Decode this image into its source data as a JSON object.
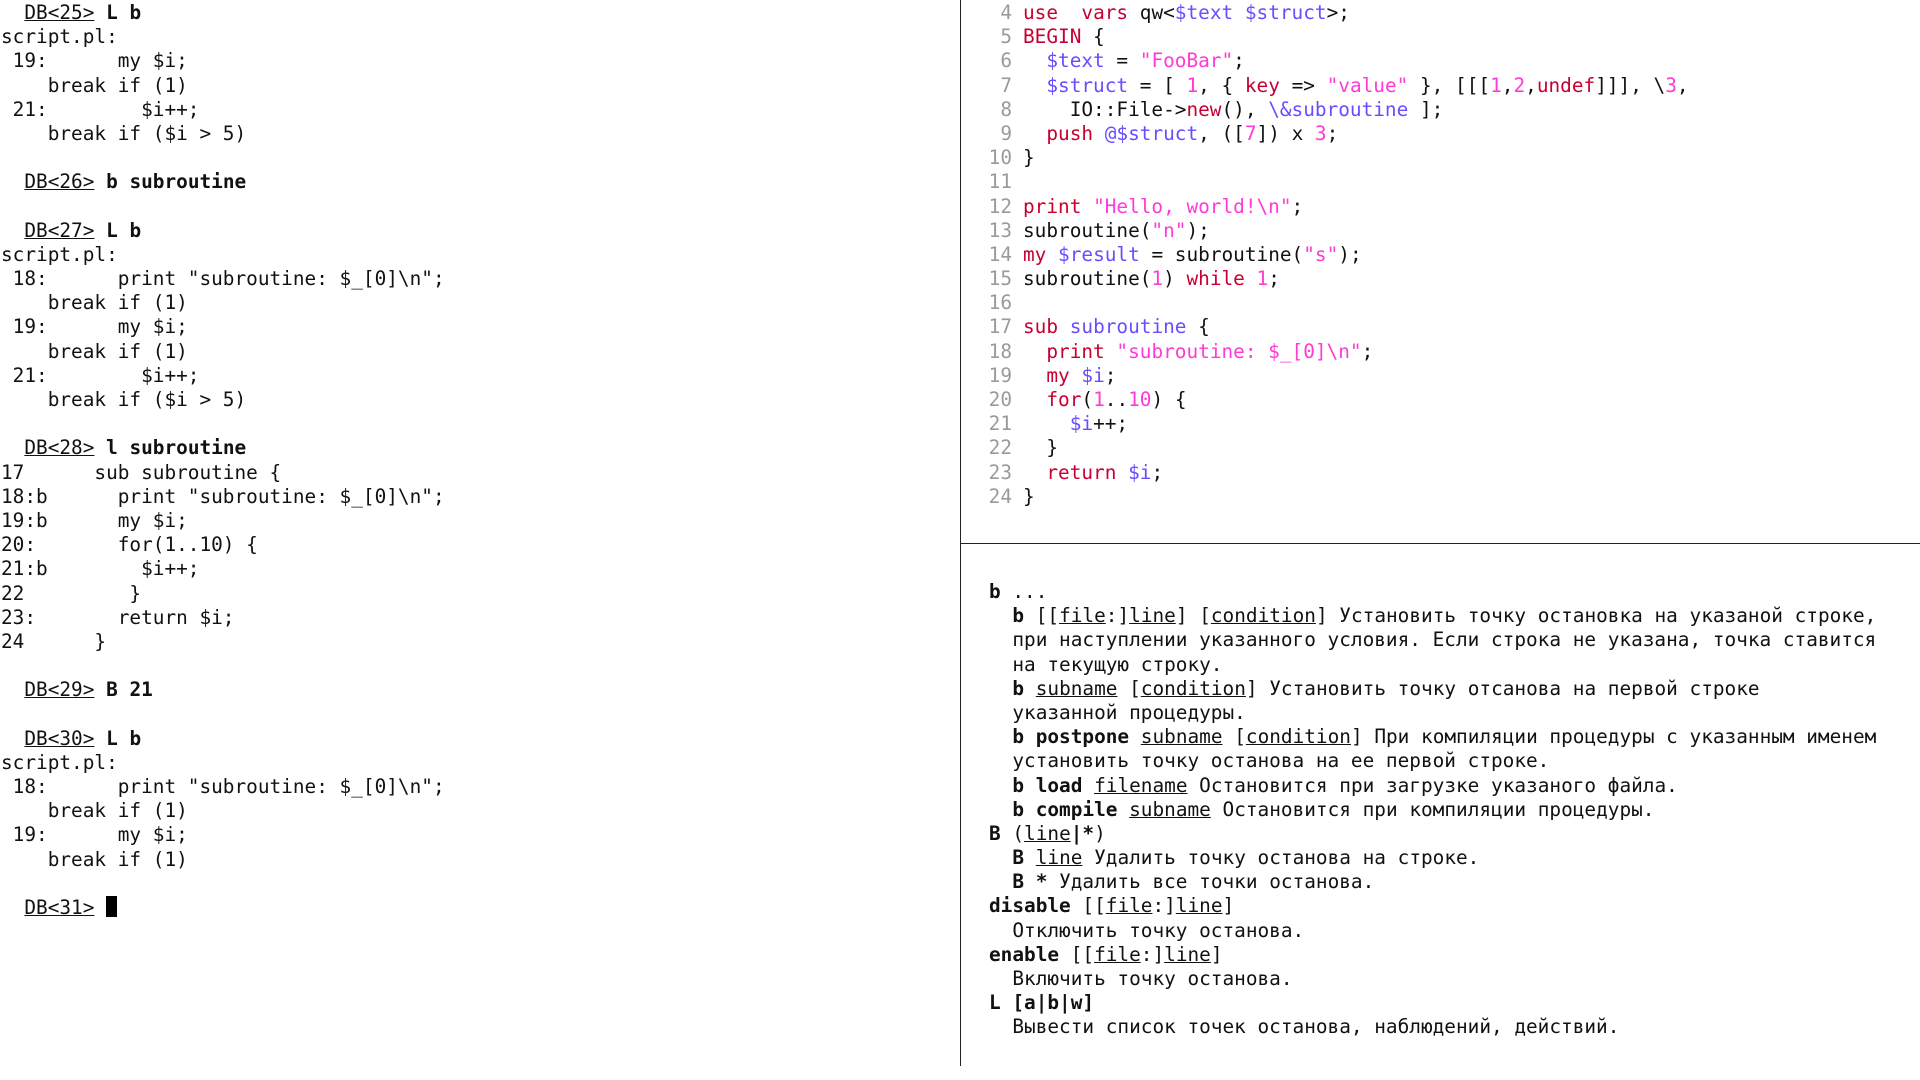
{
  "debugger": {
    "lines": [
      {
        "kind": "prompt",
        "prompt": "DB<25>",
        "cmd": "L b"
      },
      {
        "kind": "text",
        "text": "script.pl:"
      },
      {
        "kind": "text",
        "text": " 19:      my $i;"
      },
      {
        "kind": "text",
        "text": "    break if (1)"
      },
      {
        "kind": "text",
        "text": " 21:        $i++;"
      },
      {
        "kind": "text",
        "text": "    break if ($i > 5)"
      },
      {
        "kind": "blank"
      },
      {
        "kind": "prompt",
        "prompt": "DB<26>",
        "cmd": "b subroutine"
      },
      {
        "kind": "blank"
      },
      {
        "kind": "prompt",
        "prompt": "DB<27>",
        "cmd": "L b"
      },
      {
        "kind": "text",
        "text": "script.pl:"
      },
      {
        "kind": "text",
        "text": " 18:      print \"subroutine: $_[0]\\n\";"
      },
      {
        "kind": "text",
        "text": "    break if (1)"
      },
      {
        "kind": "text",
        "text": " 19:      my $i;"
      },
      {
        "kind": "text",
        "text": "    break if (1)"
      },
      {
        "kind": "text",
        "text": " 21:        $i++;"
      },
      {
        "kind": "text",
        "text": "    break if ($i > 5)"
      },
      {
        "kind": "blank"
      },
      {
        "kind": "prompt",
        "prompt": "DB<28>",
        "cmd": "l subroutine"
      },
      {
        "kind": "text",
        "text": "17      sub subroutine {"
      },
      {
        "kind": "text",
        "text": "18:b      print \"subroutine: $_[0]\\n\";"
      },
      {
        "kind": "text",
        "text": "19:b      my $i;"
      },
      {
        "kind": "text",
        "text": "20:       for(1..10) {"
      },
      {
        "kind": "text",
        "text": "21:b        $i++;"
      },
      {
        "kind": "text",
        "text": "22         }"
      },
      {
        "kind": "text",
        "text": "23:       return $i;"
      },
      {
        "kind": "text",
        "text": "24      }"
      },
      {
        "kind": "blank"
      },
      {
        "kind": "prompt",
        "prompt": "DB<29>",
        "cmd": "B 21"
      },
      {
        "kind": "blank"
      },
      {
        "kind": "prompt",
        "prompt": "DB<30>",
        "cmd": "L b"
      },
      {
        "kind": "text",
        "text": "script.pl:"
      },
      {
        "kind": "text",
        "text": " 18:      print \"subroutine: $_[0]\\n\";"
      },
      {
        "kind": "text",
        "text": "    break if (1)"
      },
      {
        "kind": "text",
        "text": " 19:      my $i;"
      },
      {
        "kind": "text",
        "text": "    break if (1)"
      },
      {
        "kind": "blank"
      },
      {
        "kind": "prompt",
        "prompt": "DB<31>",
        "cmd": "",
        "cursor": true
      }
    ]
  },
  "source": {
    "lines": [
      {
        "n": "4",
        "parts": [
          [
            "kw",
            "use"
          ],
          [
            "",
            "  "
          ],
          [
            "kw",
            "vars"
          ],
          [
            "",
            " qw<"
          ],
          [
            "var",
            "$text"
          ],
          [
            "",
            " "
          ],
          [
            "var",
            "$struct"
          ],
          [
            "",
            ">;"
          ]
        ]
      },
      {
        "n": "5",
        "parts": [
          [
            "kw",
            "BEGIN"
          ],
          [
            "",
            " {"
          ]
        ]
      },
      {
        "n": "6",
        "parts": [
          [
            "",
            "  "
          ],
          [
            "var",
            "$text"
          ],
          [
            "",
            " = "
          ],
          [
            "str",
            "\"FooBar\""
          ],
          [
            "",
            ";"
          ]
        ]
      },
      {
        "n": "7",
        "parts": [
          [
            "",
            "  "
          ],
          [
            "var",
            "$struct"
          ],
          [
            "",
            " = [ "
          ],
          [
            "num",
            "1"
          ],
          [
            "",
            ", { "
          ],
          [
            "kw",
            "key"
          ],
          [
            "",
            " => "
          ],
          [
            "str",
            "\"value\""
          ],
          [
            "",
            " }, [[["
          ],
          [
            "num",
            "1"
          ],
          [
            "",
            ","
          ],
          [
            "num",
            "2"
          ],
          [
            "",
            ","
          ],
          [
            "kw",
            "undef"
          ],
          [
            "",
            "]]], \\"
          ],
          [
            "num",
            "3"
          ],
          [
            "",
            ","
          ]
        ]
      },
      {
        "n": "8",
        "parts": [
          [
            "",
            "    IO::File->"
          ],
          [
            "kw",
            "new"
          ],
          [
            "",
            "(), "
          ],
          [
            "sub",
            "\\&subroutine"
          ],
          [
            "",
            " ];"
          ]
        ]
      },
      {
        "n": "9",
        "parts": [
          [
            "",
            "  "
          ],
          [
            "kw",
            "push"
          ],
          [
            "",
            " "
          ],
          [
            "var",
            "@$struct"
          ],
          [
            "",
            ", (["
          ],
          [
            "num",
            "7"
          ],
          [
            "",
            "]) x "
          ],
          [
            "num",
            "3"
          ],
          [
            "",
            ";"
          ]
        ]
      },
      {
        "n": "10",
        "parts": [
          [
            "",
            "}"
          ]
        ]
      },
      {
        "n": "11",
        "parts": []
      },
      {
        "n": "12",
        "parts": [
          [
            "kw",
            "print"
          ],
          [
            "",
            " "
          ],
          [
            "str",
            "\"Hello, world!\\n\""
          ],
          [
            "",
            ";"
          ]
        ]
      },
      {
        "n": "13",
        "parts": [
          [
            "",
            "subroutine("
          ],
          [
            "str",
            "\"n\""
          ],
          [
            "",
            ");"
          ]
        ]
      },
      {
        "n": "14",
        "parts": [
          [
            "kw",
            "my"
          ],
          [
            "",
            " "
          ],
          [
            "var",
            "$result"
          ],
          [
            "",
            " = subroutine("
          ],
          [
            "str",
            "\"s\""
          ],
          [
            "",
            ");"
          ]
        ]
      },
      {
        "n": "15",
        "parts": [
          [
            "",
            "subroutine("
          ],
          [
            "num",
            "1"
          ],
          [
            "",
            ") "
          ],
          [
            "kw",
            "while"
          ],
          [
            "",
            " "
          ],
          [
            "num",
            "1"
          ],
          [
            "",
            ";"
          ]
        ]
      },
      {
        "n": "16",
        "parts": []
      },
      {
        "n": "17",
        "parts": [
          [
            "kw",
            "sub"
          ],
          [
            "",
            " "
          ],
          [
            "sub",
            "subroutine"
          ],
          [
            "",
            " {"
          ]
        ]
      },
      {
        "n": "18",
        "parts": [
          [
            "",
            "  "
          ],
          [
            "kw",
            "print"
          ],
          [
            "",
            " "
          ],
          [
            "str",
            "\"subroutine: $_[0]\\n\""
          ],
          [
            "",
            ";"
          ]
        ]
      },
      {
        "n": "19",
        "parts": [
          [
            "",
            "  "
          ],
          [
            "kw",
            "my"
          ],
          [
            "",
            " "
          ],
          [
            "var",
            "$i"
          ],
          [
            "",
            ";"
          ]
        ]
      },
      {
        "n": "20",
        "parts": [
          [
            "",
            "  "
          ],
          [
            "kw",
            "for"
          ],
          [
            "",
            "("
          ],
          [
            "num",
            "1"
          ],
          [
            "",
            ".."
          ],
          [
            "num",
            "10"
          ],
          [
            "",
            ") {"
          ]
        ]
      },
      {
        "n": "21",
        "parts": [
          [
            "",
            "    "
          ],
          [
            "var",
            "$i"
          ],
          [
            "",
            "++;"
          ]
        ]
      },
      {
        "n": "22",
        "parts": [
          [
            "",
            "  }"
          ]
        ]
      },
      {
        "n": "23",
        "parts": [
          [
            "",
            "  "
          ],
          [
            "kw",
            "return"
          ],
          [
            "",
            " "
          ],
          [
            "var",
            "$i"
          ],
          [
            "",
            ";"
          ]
        ]
      },
      {
        "n": "24",
        "parts": [
          [
            "",
            "}"
          ]
        ]
      }
    ]
  },
  "help": {
    "lines": [
      [
        [
          "b",
          "b"
        ],
        [
          "",
          " ..."
        ]
      ],
      [
        [
          "",
          "  "
        ],
        [
          "b",
          "b"
        ],
        [
          "",
          " [["
        ],
        [
          "u",
          "file"
        ],
        [
          "",
          ":]"
        ],
        [
          "u",
          "line"
        ],
        [
          "",
          "] ["
        ],
        [
          "u",
          "condition"
        ],
        [
          "",
          "] Установить точку остановка на указаной строке,"
        ]
      ],
      [
        [
          "",
          "  при наступлении указанного условия. Если строка не указана, точка ставится"
        ]
      ],
      [
        [
          "",
          "  на текущую строку."
        ]
      ],
      [
        [
          "",
          "  "
        ],
        [
          "b",
          "b"
        ],
        [
          "",
          " "
        ],
        [
          "u",
          "subname"
        ],
        [
          "",
          " ["
        ],
        [
          "u",
          "condition"
        ],
        [
          "",
          "] Установить точку отсанова на первой строке"
        ]
      ],
      [
        [
          "",
          "  указанной процедуры."
        ]
      ],
      [
        [
          "",
          "  "
        ],
        [
          "b",
          "b postpone"
        ],
        [
          "",
          " "
        ],
        [
          "u",
          "subname"
        ],
        [
          "",
          " ["
        ],
        [
          "u",
          "condition"
        ],
        [
          "",
          "] При компиляции процедуры с указанным именем"
        ]
      ],
      [
        [
          "",
          "  установить точку останова на ее первой строке."
        ]
      ],
      [
        [
          "",
          "  "
        ],
        [
          "b",
          "b load"
        ],
        [
          "",
          " "
        ],
        [
          "u",
          "filename"
        ],
        [
          "",
          " Остановится при загрузке указаного файла."
        ]
      ],
      [
        [
          "",
          "  "
        ],
        [
          "b",
          "b compile"
        ],
        [
          "",
          " "
        ],
        [
          "u",
          "subname"
        ],
        [
          "",
          " Остановится при компиляции процедуры."
        ]
      ],
      [
        [
          "b",
          "B"
        ],
        [
          "",
          " ("
        ],
        [
          "u",
          "line"
        ],
        [
          "b",
          "|*"
        ],
        [
          "",
          ")"
        ]
      ],
      [
        [
          "",
          "  "
        ],
        [
          "b",
          "B"
        ],
        [
          "",
          " "
        ],
        [
          "u",
          "line"
        ],
        [
          "",
          " Удалить точку останова на строке."
        ]
      ],
      [
        [
          "",
          "  "
        ],
        [
          "b",
          "B *"
        ],
        [
          "",
          " Удалить все точки останова."
        ]
      ],
      [
        [
          "b",
          "disable"
        ],
        [
          "",
          " [["
        ],
        [
          "u",
          "file"
        ],
        [
          "",
          ":]"
        ],
        [
          "u",
          "line"
        ],
        [
          "",
          "]"
        ]
      ],
      [
        [
          "",
          "  Отключить точку останова."
        ]
      ],
      [
        [
          "b",
          "enable"
        ],
        [
          "",
          " [["
        ],
        [
          "u",
          "file"
        ],
        [
          "",
          ":]"
        ],
        [
          "u",
          "line"
        ],
        [
          "",
          "]"
        ]
      ],
      [
        [
          "",
          "  Включить точку останова."
        ]
      ],
      [
        [
          "b",
          "L [a|b|w]"
        ]
      ],
      [
        [
          "",
          "  Вывести список точек останова, наблюдений, действий."
        ]
      ]
    ]
  }
}
